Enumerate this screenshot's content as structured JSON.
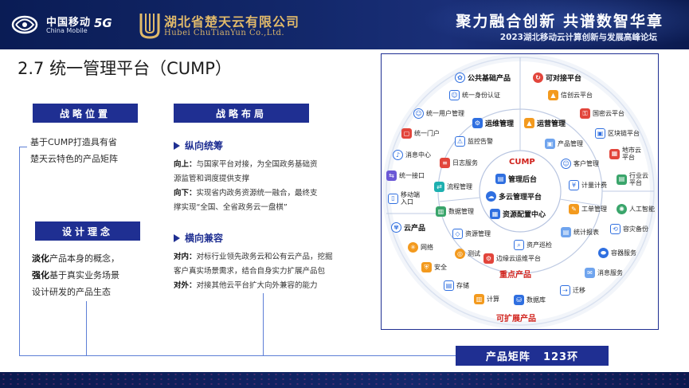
{
  "header": {
    "cm_name": "中国移动",
    "cm_sub": "China Mobile",
    "g5": "5G",
    "hb_name": "湖北省楚天云有限公司",
    "hb_sub": "Hubei ChuTianYun Co.,Ltd.",
    "slogan": "聚力融合创新   共谱数智华章",
    "forum": "2023湖北移动云计算创新与发展高峰论坛"
  },
  "title": "2.7 统一管理平台（CUMP）",
  "left": {
    "strategy_position_label": "战略位置",
    "strategy_position_text": [
      "基于CUMP打造具有省",
      "楚天云特色的产品矩阵"
    ],
    "design_label": "设计理念",
    "design_lines": [
      {
        "bold": "淡化",
        "rest": "产品本身的概念，"
      },
      {
        "bold": "强化",
        "rest": "基于真实业务场景"
      },
      {
        "bold": "",
        "rest": "设计研发的产品生态"
      }
    ]
  },
  "middle": {
    "layout_label": "战略布局",
    "vertical_head": "纵向统筹",
    "vertical_lines": [
      {
        "bold": "向上：",
        "rest": "与国家平台对接，为全国政务基础资"
      },
      {
        "bold": "",
        "rest": "源监管和调度提供支撑"
      },
      {
        "bold": "向下：",
        "rest": "实现省内政务资源统一融合，最终支"
      },
      {
        "bold": "",
        "rest": "撑实现“全国、全省政务云一盘棋”"
      }
    ],
    "horizontal_head": "横向兼容",
    "horizontal_lines": [
      {
        "bold": "对内：",
        "rest": "对标行业领先政务云和公有云产品，挖掘"
      },
      {
        "bold": "",
        "rest": "客户真实场景需求，结合自身实力扩展产品包"
      },
      {
        "bold": "对外：",
        "rest": "对接其他云平台扩大向外兼容的能力"
      }
    ]
  },
  "matrix": {
    "label": "产品矩阵",
    "value": "123环"
  },
  "diagram": {
    "center_title": "CUMP",
    "center_items": [
      "管理后台",
      "多云管理平台",
      "资源配置中心"
    ],
    "inner": [
      {
        "label": "运维管理",
        "icon": "ops-icon"
      },
      {
        "label": "运营管理",
        "icon": "chart-icon"
      },
      {
        "label": "重点产品",
        "icon": ""
      },
      {
        "label": "监控告警",
        "icon": "alarm-icon"
      },
      {
        "label": "产品管理",
        "icon": "box-icon"
      },
      {
        "label": "日志服务",
        "icon": "log-icon"
      },
      {
        "label": "客户管理",
        "icon": "user-icon"
      },
      {
        "label": "流程管理",
        "icon": "flow-icon"
      },
      {
        "label": "计量计费",
        "icon": "billing-icon"
      },
      {
        "label": "数据管理",
        "icon": "data-icon"
      },
      {
        "label": "工单管理",
        "icon": "ticket-icon"
      },
      {
        "label": "资源管理",
        "icon": "resource-icon"
      },
      {
        "label": "资产巡检",
        "icon": "inspect-icon"
      },
      {
        "label": "统计报表",
        "icon": "report-icon"
      },
      {
        "label": "测试",
        "icon": "test-icon"
      },
      {
        "label": "边缘云运维平台",
        "icon": "edge-icon"
      }
    ],
    "outer": [
      {
        "label": "公共基础产品",
        "icon": "public-icon"
      },
      {
        "label": "可对接平台",
        "icon": "link-icon"
      },
      {
        "label": "统一身份认证",
        "icon": "identity-icon"
      },
      {
        "label": "信创云平台",
        "icon": "xinchuang-icon"
      },
      {
        "label": "统一用户管理",
        "icon": "users-icon"
      },
      {
        "label": "国密云平台",
        "icon": "crypto-icon"
      },
      {
        "label": "统一门户",
        "icon": "portal-icon"
      },
      {
        "label": "区块链平台",
        "icon": "blockchain-icon"
      },
      {
        "label": "消息中心",
        "icon": "bell-icon"
      },
      {
        "label": "地市云平台",
        "icon": "city-icon"
      },
      {
        "label": "统一接口",
        "icon": "api-icon"
      },
      {
        "label": "行业云平台",
        "icon": "industry-icon"
      },
      {
        "label": "移动端入口",
        "icon": "mobile-icon"
      },
      {
        "label": "人工智能",
        "icon": "ai-icon"
      },
      {
        "label": "云产品",
        "icon": "cloud-icon"
      },
      {
        "label": "容灾备份",
        "icon": "backup-icon"
      },
      {
        "label": "网络",
        "icon": "network-icon"
      },
      {
        "label": "容器服务",
        "icon": "container-icon"
      },
      {
        "label": "安全",
        "icon": "security-icon"
      },
      {
        "label": "消息服务",
        "icon": "message-icon"
      },
      {
        "label": "存储",
        "icon": "storage-icon"
      },
      {
        "label": "迁移",
        "icon": "migrate-icon"
      },
      {
        "label": "计算",
        "icon": "compute-icon"
      },
      {
        "label": "数据库",
        "icon": "database-icon"
      },
      {
        "label": "可扩展产品",
        "icon": ""
      }
    ]
  },
  "colors": {
    "brand": "#1f2f92",
    "accent_red": "#d0221c",
    "ring": "#2f6fe0"
  }
}
